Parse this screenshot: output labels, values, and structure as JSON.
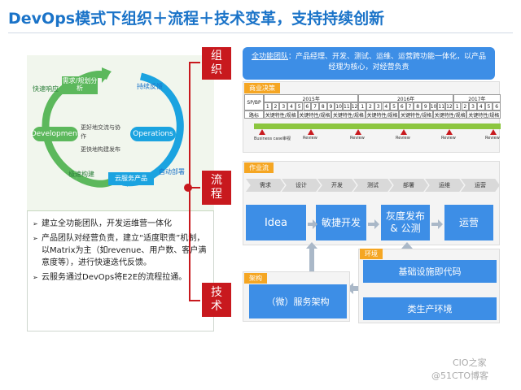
{
  "title": "DevOps模式下组织＋流程＋技术变革，支持持续创新",
  "left": {
    "box_requirements": "需求/规划分析",
    "box_cloud": "云服务产品",
    "circle_dev": "Development",
    "circle_ops": "Operations",
    "label_fast_response": "快速响应",
    "label_continuous_feedback": "持续反馈",
    "label_fast_build": "极速构建",
    "label_auto_deploy": "自动部署",
    "label_center_1a": "更好地交流与协",
    "label_center_1b": "作",
    "label_center_2": "更快地构建发布",
    "bullets": [
      "建立全功能团队，开发运维营一体化",
      "产品团队对经营负责，建立“适度职责”机制，以Matrix为主（如revenue、用户数、客户满意度等），进行快速迭代反馈。",
      "云服务通过DevOps将E2E的流程拉通。"
    ]
  },
  "tabs": {
    "org": "组\n织",
    "process": "流\n程",
    "tech": "技\n术"
  },
  "org_box": {
    "underlined": "全功能团队",
    "rest": "：产品经理、开发、测试、运维、运营跨功能一体化，以产品经理为核心，对经营负责"
  },
  "biz": {
    "section": "商业决策",
    "row_header": "SP/BP",
    "row_roadmap": "路标",
    "years": [
      "2015年",
      "2016年",
      "2017年"
    ],
    "months_2015": [
      "1",
      "2",
      "3",
      "4",
      "5",
      "6",
      "7",
      "8",
      "9",
      "10",
      "11",
      "12"
    ],
    "months_2016": [
      "1",
      "2",
      "3",
      "4",
      "5",
      "6",
      "7",
      "8",
      "9",
      "10",
      "11",
      "12"
    ],
    "months_2017": [
      "1",
      "2",
      "3",
      "4",
      "5",
      "6"
    ],
    "features": [
      "关键特性/规格",
      "关键特性/规格",
      "关键特性/规格",
      "关键特性/规格",
      "关键特性/规格",
      "关键特性/规格",
      "关键特性/规格"
    ],
    "milestones": [
      "Business case审视",
      "Review",
      "Review",
      "Review",
      "Review",
      "Review"
    ]
  },
  "flow": {
    "section": "作业流",
    "stages": [
      "需求",
      "设计",
      "开发",
      "测试",
      "部署",
      "运维",
      "运营"
    ],
    "boxes": [
      "Idea",
      "敏捷开发",
      "灰度发布\n& 公测",
      "运营"
    ]
  },
  "arch": {
    "section": "架构",
    "box": "（微）服务架构"
  },
  "env": {
    "section": "环境",
    "box_infra": "基础设施即代码",
    "box_prod": "类生产环境"
  },
  "watermark": {
    "line1": "CIO之家",
    "line2": "@51CTO博客"
  },
  "colors": {
    "accent": "#1a73c8",
    "red": "#c8191e",
    "box_blue": "#3d8ee6",
    "green_box": "#5cb85c",
    "cyan": "#1ba3e0",
    "orange": "#f5a623"
  }
}
